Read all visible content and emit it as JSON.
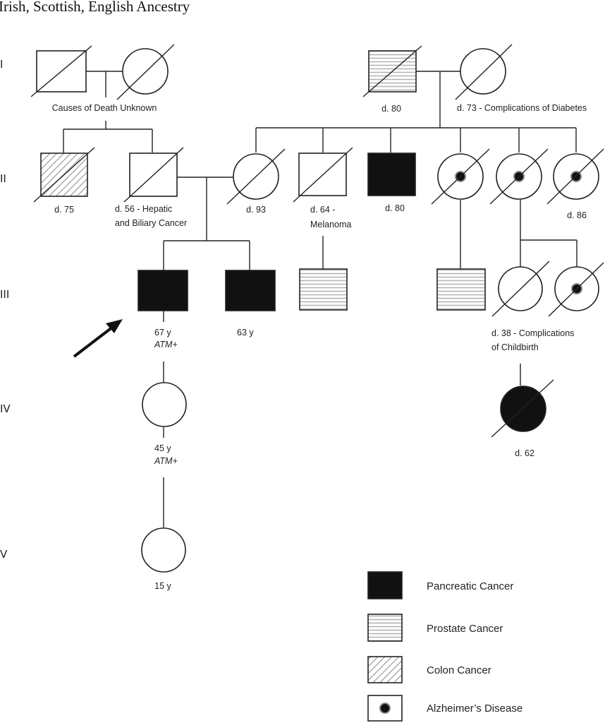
{
  "title": "Irish, Scottish, English Ancestry",
  "generations": [
    "I",
    "II",
    "III",
    "IV",
    "V"
  ],
  "colors": {
    "pancreatic": "#111111",
    "prostate_stripe": "#b5b5b5",
    "colon_stripe": "#9a9a9a",
    "alzheimer_dot": "#111111",
    "line": "#222222"
  },
  "annotations": {
    "gen1_left": "Causes of Death Unknown",
    "gen1_right_male": "d. 80",
    "gen1_right_female": "d. 73 - Complications of Diabetes",
    "gen2_colon_male": "d. 75",
    "gen2_hepatic_1": "d. 56 - Hepatic",
    "gen2_hepatic_2": "and Biliary Cancer",
    "gen2_female_93": "d. 93",
    "gen2_melanoma_1": "d. 64 -",
    "gen2_melanoma_2": "Melanoma",
    "gen2_pancreatic_male": "d. 80",
    "gen2_alz_86": "d. 86",
    "gen3_proband_age": "67 y",
    "gen3_proband_gene": "ATM+",
    "gen3_brother_age": "63 y",
    "gen3_childbirth_1": "d. 38 - Complications",
    "gen3_childbirth_2": "of Childbirth",
    "gen4_daughter_age": "45 y",
    "gen4_daughter_gene": "ATM+",
    "gen4_female_62": "d. 62",
    "gen5_granddaughter_age": "15 y"
  },
  "legend": [
    {
      "label": "Pancreatic Cancer",
      "icon": "pancreatic-fill-icon"
    },
    {
      "label": "Prostate Cancer",
      "icon": "horizontal-stripes-icon"
    },
    {
      "label": "Colon Cancer",
      "icon": "diagonal-stripes-icon"
    },
    {
      "label": "Alzheimer’s Disease",
      "icon": "dot-square-icon"
    }
  ]
}
